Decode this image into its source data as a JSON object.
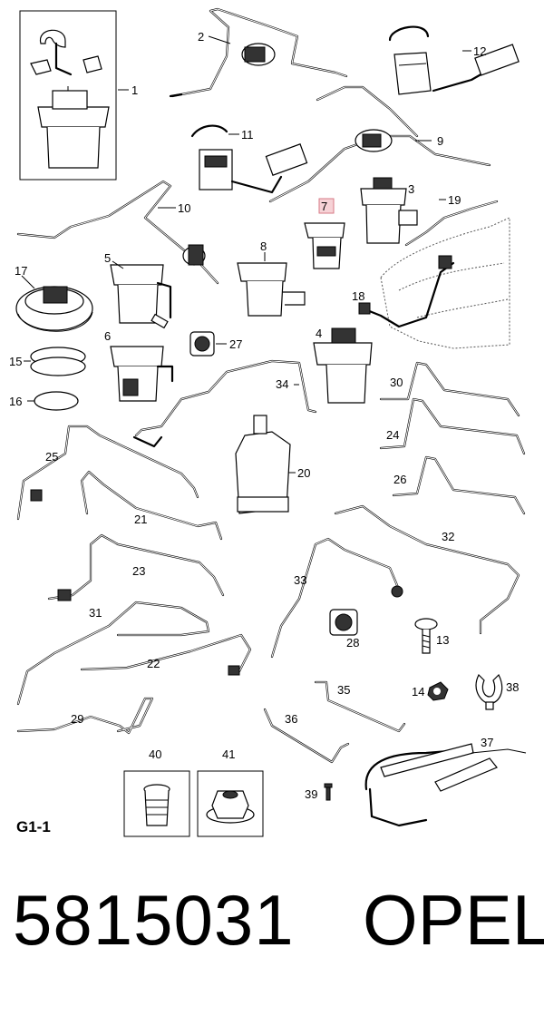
{
  "sheet_label": "G1-1",
  "footer": {
    "part_number": "5815031",
    "brand": "OPEL"
  },
  "highlighted_callout": "7",
  "callouts": {
    "c1": "1",
    "c2": "2",
    "c3": "3",
    "c4": "4",
    "c5": "5",
    "c6": "6",
    "c7": "7",
    "c8": "8",
    "c9": "9",
    "c10": "10",
    "c11": "11",
    "c12": "12",
    "c13": "13",
    "c14": "14",
    "c15": "15",
    "c16": "16",
    "c17": "17",
    "c18": "18",
    "c19": "19",
    "c20": "20",
    "c21": "21",
    "c22": "22",
    "c23": "23",
    "c24": "24",
    "c25": "25",
    "c26": "26",
    "c27": "27",
    "c28": "28",
    "c29": "29",
    "c30": "30",
    "c31": "31",
    "c32": "32",
    "c33": "33",
    "c34": "34",
    "c35": "35",
    "c36": "36",
    "c37": "37",
    "c38": "38",
    "c39": "39",
    "c40": "40",
    "c41": "41"
  },
  "colors": {
    "highlight_fill": "#f6d2d6",
    "highlight_border": "#d77a86"
  }
}
